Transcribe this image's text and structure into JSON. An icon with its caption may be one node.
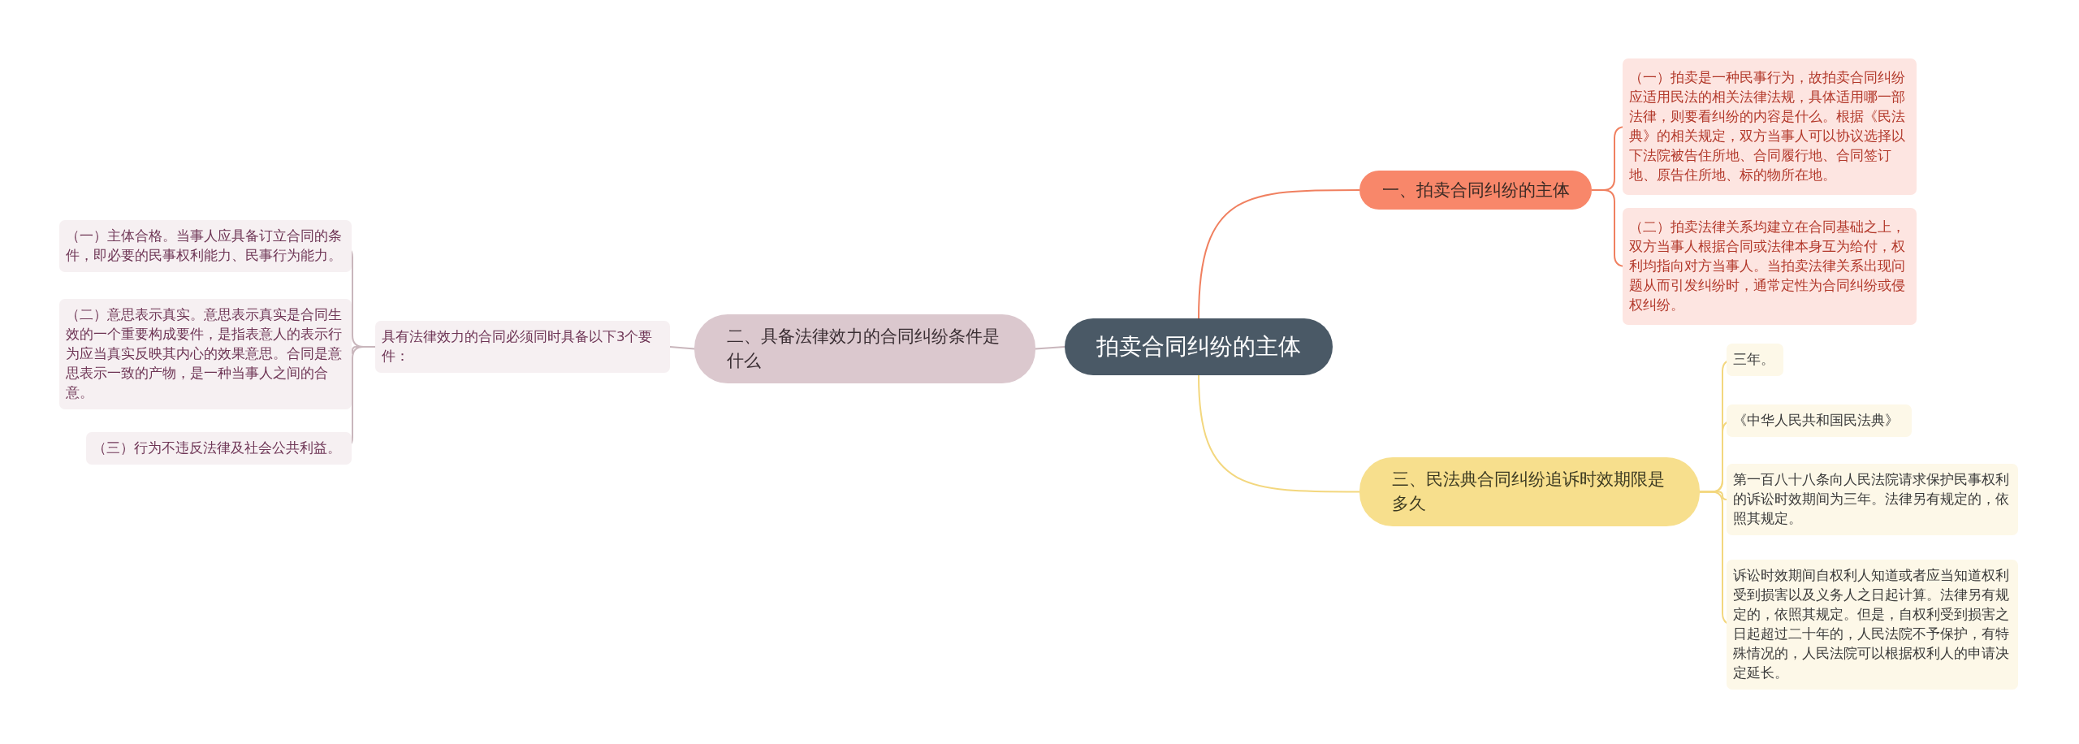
{
  "diagram": {
    "nodes": [
      {
        "text": [
          "拍卖合同纠纷的主体"
        ]
      },
      {
        "text": [
          "一、拍卖合同纠纷的主体"
        ]
      },
      {
        "text": [
          "（一）拍卖是一种民事行为，故拍卖合同纠纷应适用民法的相关法律法规，具体适用哪一部法律，则要看纠纷的内容是什么。根据《民法典》的相关规定，双方当事人可以协议选择以下法院被告住所地、合同履行地、合同签订地、原告住所地、标的物所在地。"
        ]
      },
      {
        "text": [
          "（二）拍卖法律关系均建立在合同基础之上，双方当事人根据合同或法律本身互为给付，权利均指向对方当事人。当拍卖法律关系出现问题从而引发纠纷时，通常定性为合同纠纷或侵权纠纷。"
        ]
      },
      {
        "text": [
          "二、具备法律效力的合同纠纷条件是什么"
        ]
      },
      {
        "text": [
          "具有法律效力的合同必须同时具备以下3个要件："
        ]
      },
      {
        "text": [
          "（一）主体合格。当事人应具备订立合同的条件，即必要的民事权利能力、民事行为能力。"
        ]
      },
      {
        "text": [
          "（二）意思表示真实。意思表示真实是合同生效的一个重要构成要件，是指表意人的表示行为应当真实反映其内心的效果意思。合同是意思表示一致的产物，是一种当事人之间的合意。"
        ]
      },
      {
        "text": [
          "（三）行为不违反法律及社会公共利益。"
        ]
      },
      {
        "text": [
          "三、民法典合同纠纷追诉时效期限是多久"
        ]
      },
      {
        "text": [
          "三年。"
        ]
      },
      {
        "text": [
          "《中华人民共和国民法典》"
        ]
      },
      {
        "text": [
          "第一百八十八条向人民法院请求保护民事权利的诉讼时效期间为三年。法律另有规定的，依照其规定。"
        ]
      },
      {
        "text": [
          "诉讼时效期间自权利人知道或者应当知道权利受到损害以及义务人之日起计算。法律另有规定的，依照其规定。但是，自权利受到损害之日起超过二十年的，人民法院不予保护，有特殊情况的，人民法院可以根据权利人的申请决定延长。"
        ]
      }
    ],
    "edges": [
      {
        "from": 0,
        "to": 1,
        "arrow": "none",
        "color": "#f08060"
      },
      {
        "from": 1,
        "to": 2,
        "arrow": "none",
        "color": "#f08060"
      },
      {
        "from": 1,
        "to": 3,
        "arrow": "none",
        "color": "#f08060"
      },
      {
        "from": 0,
        "to": 4,
        "arrow": "none",
        "color": "#c9b6bc"
      },
      {
        "from": 4,
        "to": 5,
        "arrow": "none",
        "color": "#c9b6bc"
      },
      {
        "from": 5,
        "to": 6,
        "arrow": "none",
        "color": "#c9b6bc"
      },
      {
        "from": 5,
        "to": 7,
        "arrow": "none",
        "color": "#c9b6bc"
      },
      {
        "from": 5,
        "to": 8,
        "arrow": "none",
        "color": "#c9b6bc"
      },
      {
        "from": 0,
        "to": 9,
        "arrow": "none",
        "color": "#f3d77e"
      },
      {
        "from": 9,
        "to": 10,
        "arrow": "none",
        "color": "#f3d77e"
      },
      {
        "from": 9,
        "to": 11,
        "arrow": "none",
        "color": "#f3d77e"
      },
      {
        "from": 9,
        "to": 12,
        "arrow": "none",
        "color": "#f3d77e"
      },
      {
        "from": 9,
        "to": 13,
        "arrow": "none",
        "color": "#f3d77e"
      }
    ]
  }
}
